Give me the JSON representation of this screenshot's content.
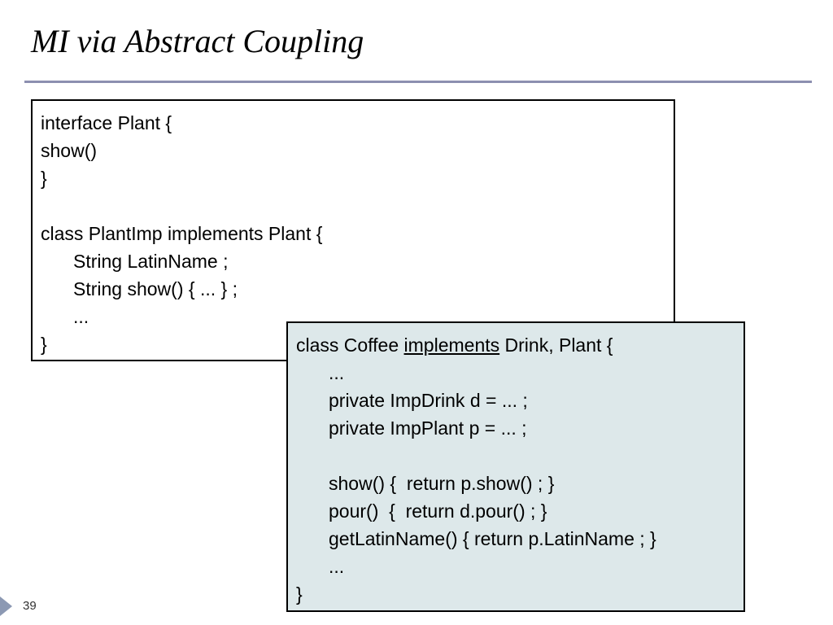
{
  "slide": {
    "title": "MI via Abstract Coupling",
    "page_number": "39"
  },
  "box1": {
    "lines": [
      "interface Plant {",
      "show()",
      "}",
      "",
      "class PlantImp implements Plant {",
      "String LatinName ;",
      "String show() { ... } ;",
      "...",
      "}"
    ]
  },
  "box2": {
    "line0_pre": "class Coffee ",
    "line0_underlined": "implements",
    "line0_post": " Drink, Plant {",
    "lines": [
      "...",
      "private ImpDrink d = ... ;",
      "private ImpPlant p = ... ;",
      "",
      "show() {  return p.show() ; }",
      "pour()  {  return d.pour() ; }",
      "getLatinName() { return p.LatinName ; }",
      "...",
      "}"
    ]
  },
  "colors": {
    "rule": "#8c8fb0",
    "callout_background": "#dde8ea"
  }
}
